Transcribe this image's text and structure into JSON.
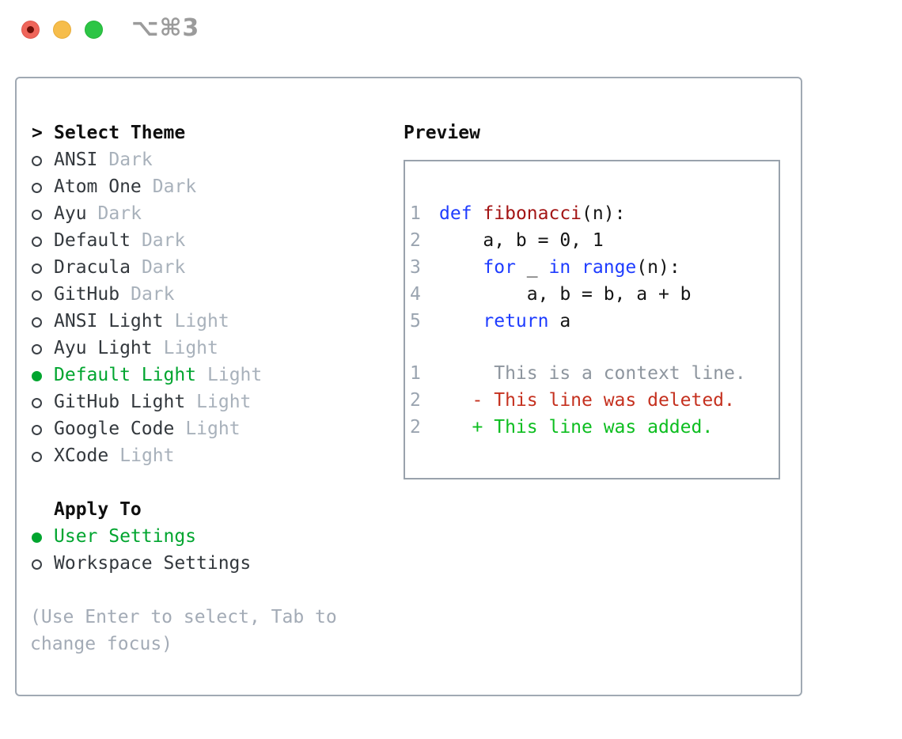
{
  "window": {
    "shortcut_label": "⌥⌘3",
    "traffic_lights": [
      {
        "name": "close-button",
        "color": "#ef655a",
        "has_unsaved_dot": true
      },
      {
        "name": "minimize-button",
        "color": "#f6bd4b",
        "has_unsaved_dot": false
      },
      {
        "name": "zoom-button",
        "color": "#2dc546",
        "has_unsaved_dot": false
      }
    ]
  },
  "colors": {
    "selected_green": "#00a52f",
    "keyword_blue": "#1e3cff",
    "function_red": "#a31515",
    "diff_deleted_red": "#c5311f",
    "diff_added_green": "#0dbe20",
    "muted_gray": "#a8b1bb",
    "line_number_gray": "#9aa4b0",
    "context_gray": "#8d959e",
    "panel_border": "#a0a9b3"
  },
  "theme_picker": {
    "title_prefix": ">",
    "title": "Select Theme",
    "items": [
      {
        "name": "ANSI",
        "tag": "Dark",
        "selected": false
      },
      {
        "name": "Atom One",
        "tag": "Dark",
        "selected": false
      },
      {
        "name": "Ayu",
        "tag": "Dark",
        "selected": false
      },
      {
        "name": "Default",
        "tag": "Dark",
        "selected": false
      },
      {
        "name": "Dracula",
        "tag": "Dark",
        "selected": false
      },
      {
        "name": "GitHub",
        "tag": "Dark",
        "selected": false
      },
      {
        "name": "ANSI Light",
        "tag": "Light",
        "selected": false
      },
      {
        "name": "Ayu Light",
        "tag": "Light",
        "selected": false
      },
      {
        "name": "Default Light",
        "tag": "Light",
        "selected": true
      },
      {
        "name": "GitHub Light",
        "tag": "Light",
        "selected": false
      },
      {
        "name": "Google Code",
        "tag": "Light",
        "selected": false
      },
      {
        "name": "XCode",
        "tag": "Light",
        "selected": false
      }
    ]
  },
  "apply_to": {
    "title": "Apply To",
    "options": [
      {
        "name": "User Settings",
        "selected": true
      },
      {
        "name": "Workspace Settings",
        "selected": false
      }
    ]
  },
  "hint": "(Use Enter to select, Tab to change focus)",
  "preview": {
    "title": "Preview",
    "code_lines": [
      {
        "num": "1",
        "tokens": [
          {
            "t": "def",
            "s": "kw"
          },
          {
            "t": " ",
            "s": "p"
          },
          {
            "t": "fibonacci",
            "s": "fn"
          },
          {
            "t": "(n):",
            "s": "p"
          }
        ]
      },
      {
        "num": "2",
        "tokens": [
          {
            "t": "    a, b = 0, 1",
            "s": "p"
          }
        ]
      },
      {
        "num": "3",
        "tokens": [
          {
            "t": "    ",
            "s": "p"
          },
          {
            "t": "for",
            "s": "kw"
          },
          {
            "t": " _ ",
            "s": "p"
          },
          {
            "t": "in",
            "s": "kw"
          },
          {
            "t": " ",
            "s": "p"
          },
          {
            "t": "range",
            "s": "kw"
          },
          {
            "t": "(n):",
            "s": "p"
          }
        ]
      },
      {
        "num": "4",
        "tokens": [
          {
            "t": "        a, b = b, a + b",
            "s": "p"
          }
        ]
      },
      {
        "num": "5",
        "tokens": [
          {
            "t": "    ",
            "s": "p"
          },
          {
            "t": "return",
            "s": "kw"
          },
          {
            "t": " a",
            "s": "p"
          }
        ]
      }
    ],
    "diff_lines": [
      {
        "num": "1",
        "text": "     This is a context line.",
        "type": "ctx"
      },
      {
        "num": "2",
        "text": "   - This line was deleted.",
        "type": "del"
      },
      {
        "num": "2",
        "text": "   + This line was added.",
        "type": "add"
      }
    ]
  }
}
